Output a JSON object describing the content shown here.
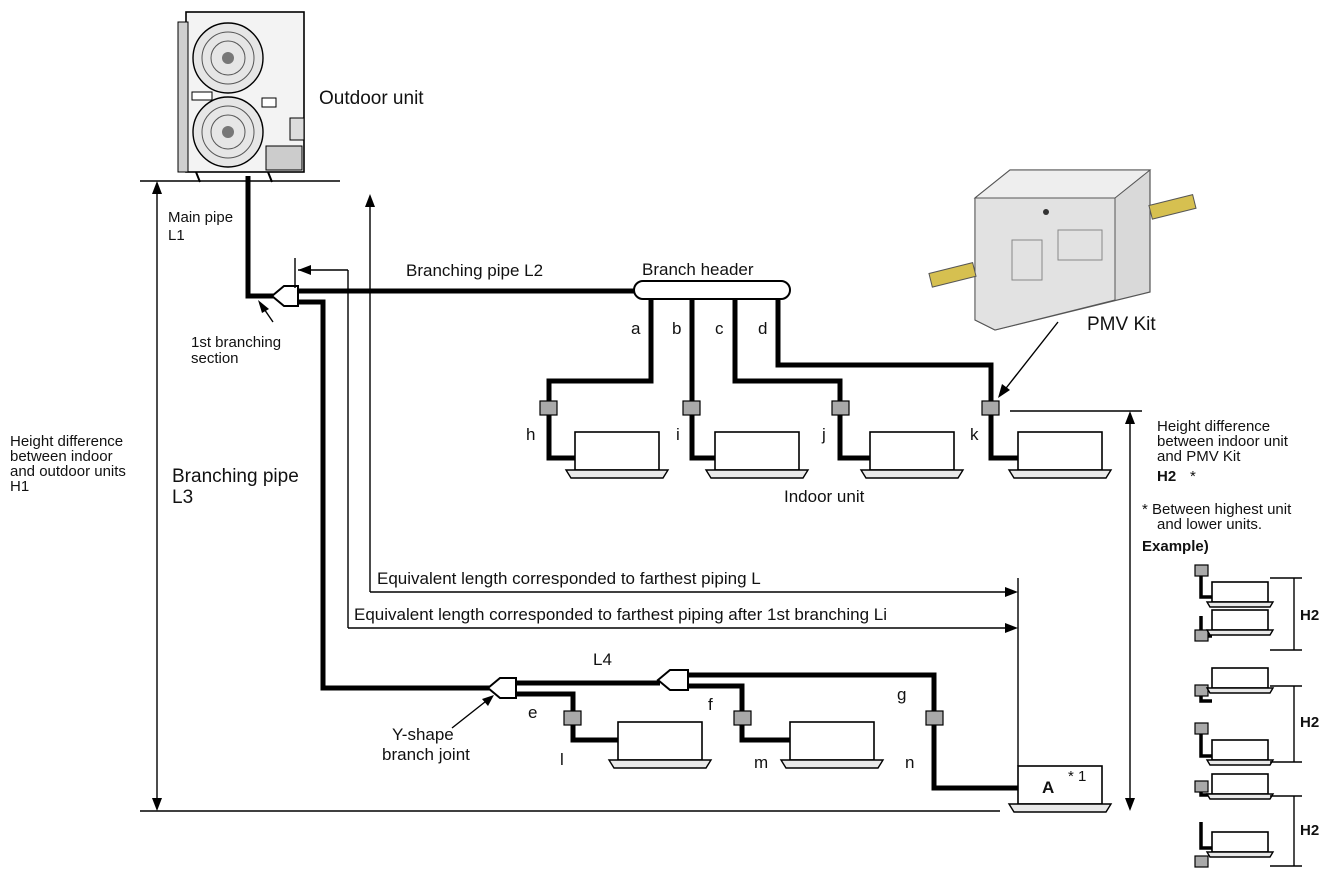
{
  "labels": {
    "outdoor_unit": "Outdoor unit",
    "main_pipe": "Main pipe",
    "main_pipe_code": "L1",
    "branching_pipe_l2": "Branching pipe L2",
    "branch_header": "Branch header",
    "first_branching_1": "1st branching",
    "first_branching_2": "section",
    "pmv_kit": "PMV Kit",
    "height_diff_h1_1": "Height difference",
    "height_diff_h1_2": "between indoor",
    "height_diff_h1_3": "and outdoor units",
    "height_diff_h1_4": "H1",
    "branching_pipe_l3_1": "Branching pipe",
    "branching_pipe_l3_2": "L3",
    "indoor_unit": "Indoor unit",
    "height_diff_h2_1": "Height difference",
    "height_diff_h2_2": "between indoor unit",
    "height_diff_h2_3": "and PMV Kit",
    "h2": "H2",
    "asterisk": "*",
    "note_1": "* Between highest unit",
    "note_2": "and lower units.",
    "example": "Example)",
    "equiv_length_l": "Equivalent length corresponded to farthest piping L",
    "equiv_length_li": "Equivalent length corresponded to farthest piping after 1st branching Li",
    "l4": "L4",
    "y_shape_1": "Y-shape",
    "y_shape_2": "branch joint",
    "unit_a": "A",
    "unit_a_note": "* 1"
  },
  "pipe_letters": [
    "a",
    "b",
    "c",
    "d",
    "e",
    "f",
    "g",
    "h",
    "i",
    "j",
    "k",
    "l",
    "m",
    "n"
  ],
  "example_h2_labels": [
    "H2",
    "H2",
    "H2"
  ]
}
